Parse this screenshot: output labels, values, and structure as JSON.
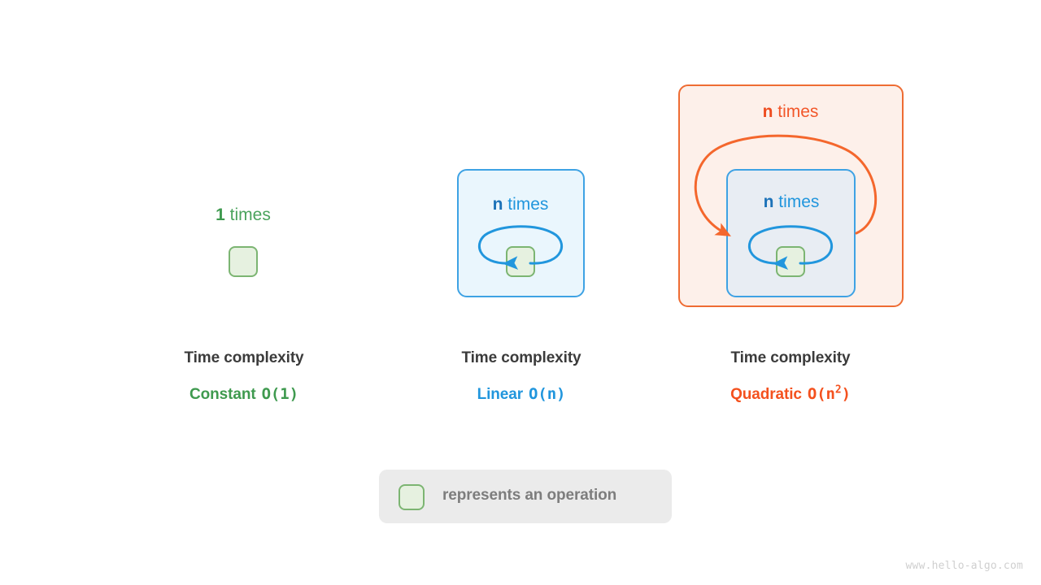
{
  "diagram": {
    "watermark": "www.hello-algo.com",
    "colors": {
      "green": "#3f9a4f",
      "green_fill": "#e6f1e0",
      "green_stroke": "#7cb572",
      "blue": "#2196dd",
      "blue_stroke": "#3ea2e4",
      "blue_fill": "#eaf6fd",
      "blue_fill_nested": "#e8edf3",
      "orange": "#f4511e",
      "orange_stroke": "#ee6c33",
      "orange_fill": "#fdf0ea",
      "caption_title": "#3b3b3b",
      "legend_bg": "#ebebeb",
      "legend_text": "#7d7d7d",
      "watermark_color": "#cfcfcf"
    },
    "panels": [
      {
        "id": "constant",
        "times_count": "1",
        "times_word": "times",
        "caption_title": "Time complexity",
        "complexity_name": "Constant",
        "complexity_bigo": "O(1)",
        "loops": 0
      },
      {
        "id": "linear",
        "times_count": "n",
        "times_word": "times",
        "caption_title": "Time complexity",
        "complexity_name": "Linear",
        "complexity_bigo": "O(n)",
        "loops": 1
      },
      {
        "id": "quadratic",
        "outer_times_count": "n",
        "outer_times_word": "times",
        "inner_times_count": "n",
        "inner_times_word": "times",
        "caption_title": "Time complexity",
        "complexity_name": "Quadratic",
        "complexity_bigo_base": "O(n",
        "complexity_bigo_exp": "2",
        "complexity_bigo_close": ")",
        "loops": 2
      }
    ],
    "legend": {
      "label": "represents an operation",
      "swatch": "green-operation-square"
    }
  }
}
